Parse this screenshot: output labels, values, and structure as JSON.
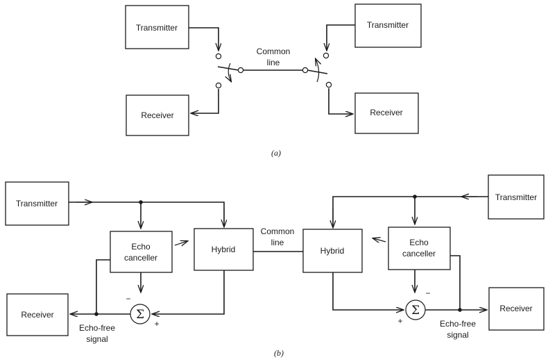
{
  "part_a": {
    "caption": "(a)",
    "left_transmitter": "Transmitter",
    "right_transmitter": "Transmitter",
    "left_receiver": "Receiver",
    "right_receiver": "Receiver",
    "common_line": [
      "Common",
      "line"
    ]
  },
  "part_b": {
    "caption": "(b)",
    "left_transmitter": "Transmitter",
    "right_transmitter": "Transmitter",
    "left_receiver": "Receiver",
    "right_receiver": "Receiver",
    "left_canceller": [
      "Echo",
      "canceller"
    ],
    "right_canceller": [
      "Echo",
      "canceller"
    ],
    "left_hybrid": "Hybrid",
    "right_hybrid": "Hybrid",
    "common_line": [
      "Common",
      "line"
    ],
    "summer_symbol": "Σ",
    "minus_sign": "−",
    "plus_sign": "+",
    "left_output": [
      "Echo-free",
      "signal"
    ],
    "right_output": [
      "Echo-free",
      "signal"
    ]
  }
}
